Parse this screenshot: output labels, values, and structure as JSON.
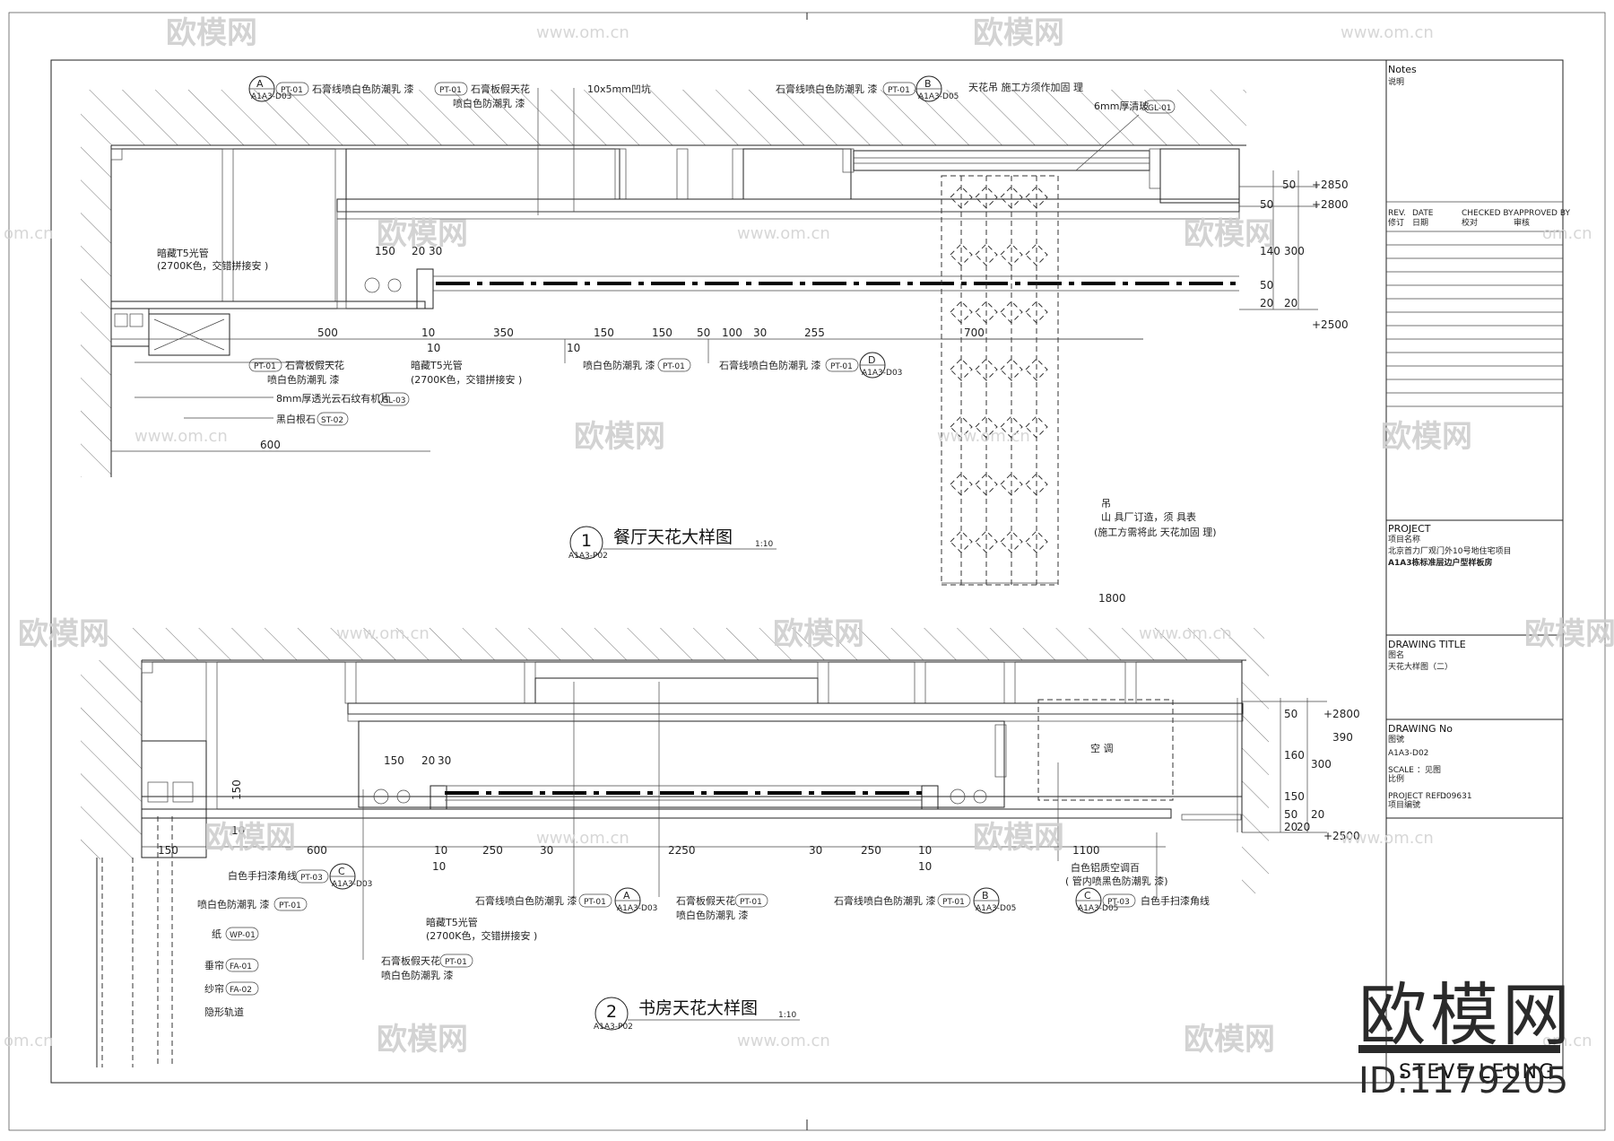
{
  "watermarks": {
    "brand": "欧模网",
    "site": "www.om.cn",
    "site_short": "om.cn",
    "corner_brand": "欧模网",
    "corner_id": "ID:1179205"
  },
  "notes": {
    "title": "Notes",
    "subtitle": "说明"
  },
  "revision_header": {
    "rev": "REV.",
    "rev_cn": "修订",
    "date": "DATE",
    "date_cn": "日期",
    "checked": "CHECKED BY",
    "checked_cn": "校对",
    "approved": "APPROVED BY",
    "approved_cn": "审核"
  },
  "project": {
    "label": "PROJECT",
    "label_cn": "项目名称",
    "line1": "北京首力厂观门外10号地住宅项目",
    "line2": "A1A3栋标准层边户型样板房"
  },
  "drawing_title": {
    "label": "DRAWING  TITLE",
    "label_cn": "图名",
    "value": "天花大样图（二）"
  },
  "drawing_no": {
    "label": "DRAWING No",
    "label_cn": "图號",
    "value": "A1A3-D02",
    "scale_label": "SCALE",
    "scale_cn": "比例",
    "scale_value": "：见图",
    "ref_label": "PROJECT REF :",
    "ref_cn": "项目编號",
    "ref_value": "D09631"
  },
  "signature": "STEVE LEUNG",
  "detail1": {
    "number": "1",
    "ref": "A1A3-P02",
    "title": "餐厅天花大样图",
    "scale": "1:10",
    "labels": {
      "a_tag": "A",
      "a_ref": "A1A3-D03",
      "pt01a": "PT-01",
      "stone_paint": "石膏线喷白色防潮乳  漆",
      "gypsum_board": "石膏板假天花",
      "white_paint": "喷白色防潮乳  漆",
      "groove": "10x5mm凹坑",
      "b_tag": "B",
      "b_ref": "A1A3-D05",
      "stone_paint_b": "石膏线喷白色防潮乳  漆",
      "ceiling_hang": "天花吊    施工方须作加固  理",
      "glass": "6mm厚清玻",
      "gl01": "GL-01",
      "t5_a": "暗藏T5光管",
      "t5_a2": "(2700K色，交错拼接安 )",
      "gypsum_b": "石膏板假天花",
      "white_paint_b": "喷白色防潮乳  漆",
      "t5_b": "暗藏T5光管",
      "t5_b2": "(2700K色，交错拼接安 )",
      "marble": "8mm厚透光云石纹有机片",
      "gl03": "GL-03",
      "black_white_stone": "黑白根石",
      "st02": "ST-02",
      "white_paint_c": "喷白色防潮乳  漆",
      "pt01c": "PT-01",
      "stone_paint_d": "石膏线喷白色防潮乳  漆",
      "pt01d": "PT-01",
      "d_tag": "D",
      "d_ref": "A1A3-D03",
      "pendant1": "吊",
      "pendant2": "山  具厂订造，须    具表",
      "pendant3": "(施工方需将此  天花加固  理)"
    },
    "dims": {
      "d150": "150",
      "d20": "20",
      "d30": "30",
      "d500": "500",
      "d10a": "10",
      "d10b": "10",
      "d350": "350",
      "d10c": "10",
      "d150b": "150",
      "d150c": "150",
      "d50": "50",
      "d100": "100",
      "d30b": "30",
      "d255": "255",
      "d700": "700",
      "d600": "600",
      "d1800": "1800",
      "lv2850": "+2850",
      "lv2800": "+2800",
      "lv2500": "+2500",
      "v50a": "50",
      "v50b": "50",
      "v140": "140",
      "v300": "300",
      "v50c": "50",
      "v20a": "20",
      "v20b": "20"
    }
  },
  "detail2": {
    "number": "2",
    "ref": "A1A3-P02",
    "title": "书房天花大样图",
    "scale": "1:10",
    "labels": {
      "corner_line": "白色手扫漆角线",
      "pt03": "PT-03",
      "c_tag": "C",
      "c_ref": "A1A3-D03",
      "white_paint": "喷白色防潮乳  漆",
      "pt01": "PT-01",
      "paper": "纸",
      "wp01": "WP-01",
      "curtain": "垂帘",
      "fa01": "FA-01",
      "sheer": "纱帘",
      "fa02": "FA-02",
      "track": "隐形轨道",
      "t5": "暗藏T5光管",
      "t5_2": "(2700K色，交错拼接安 )",
      "gypsum": "石膏板假天花",
      "gypsum2": "喷白色防潮乳  漆",
      "pt01b": "PT-01",
      "stone_a": "石膏线喷白色防潮乳  漆",
      "pt01c": "PT-01",
      "a_tag": "A",
      "a_ref": "A1A3-D03",
      "gypsum_c": "石膏板假天花",
      "gypsum_c2": "喷白色防潮乳  漆",
      "pt01d": "PT-01",
      "stone_b": "石膏线喷白色防潮乳  漆",
      "pt01e": "PT-01",
      "b_tag": "B",
      "b_ref": "A1A3-D05",
      "ac_grille": "白色铝质空调百",
      "ac_grille2": "( 管内喷黑色防潮乳  漆)",
      "c2_tag": "C",
      "c2_ref": "A1A3-D05",
      "pt03b": "PT-03",
      "corner_line2": "白色手扫漆角线",
      "aircon": "空  调"
    },
    "dims": {
      "d150": "150",
      "d20": "20",
      "d30": "30",
      "v150": "150",
      "v10": "10",
      "d150b": "150",
      "d600": "600",
      "d10": "10",
      "d250": "250",
      "d30b": "30",
      "d2250": "2250",
      "d30c": "30",
      "d250b": "250",
      "d10b": "10",
      "d1100": "1100",
      "d10c": "10",
      "d10d": "10",
      "lv2800": "+2800",
      "lv2500": "+2500",
      "v50a": "50",
      "v160": "160",
      "v150b": "150",
      "v50b": "50",
      "v20a": "20",
      "v300": "300",
      "v390": "390",
      "v20b": "20",
      "v20c": "20"
    }
  }
}
